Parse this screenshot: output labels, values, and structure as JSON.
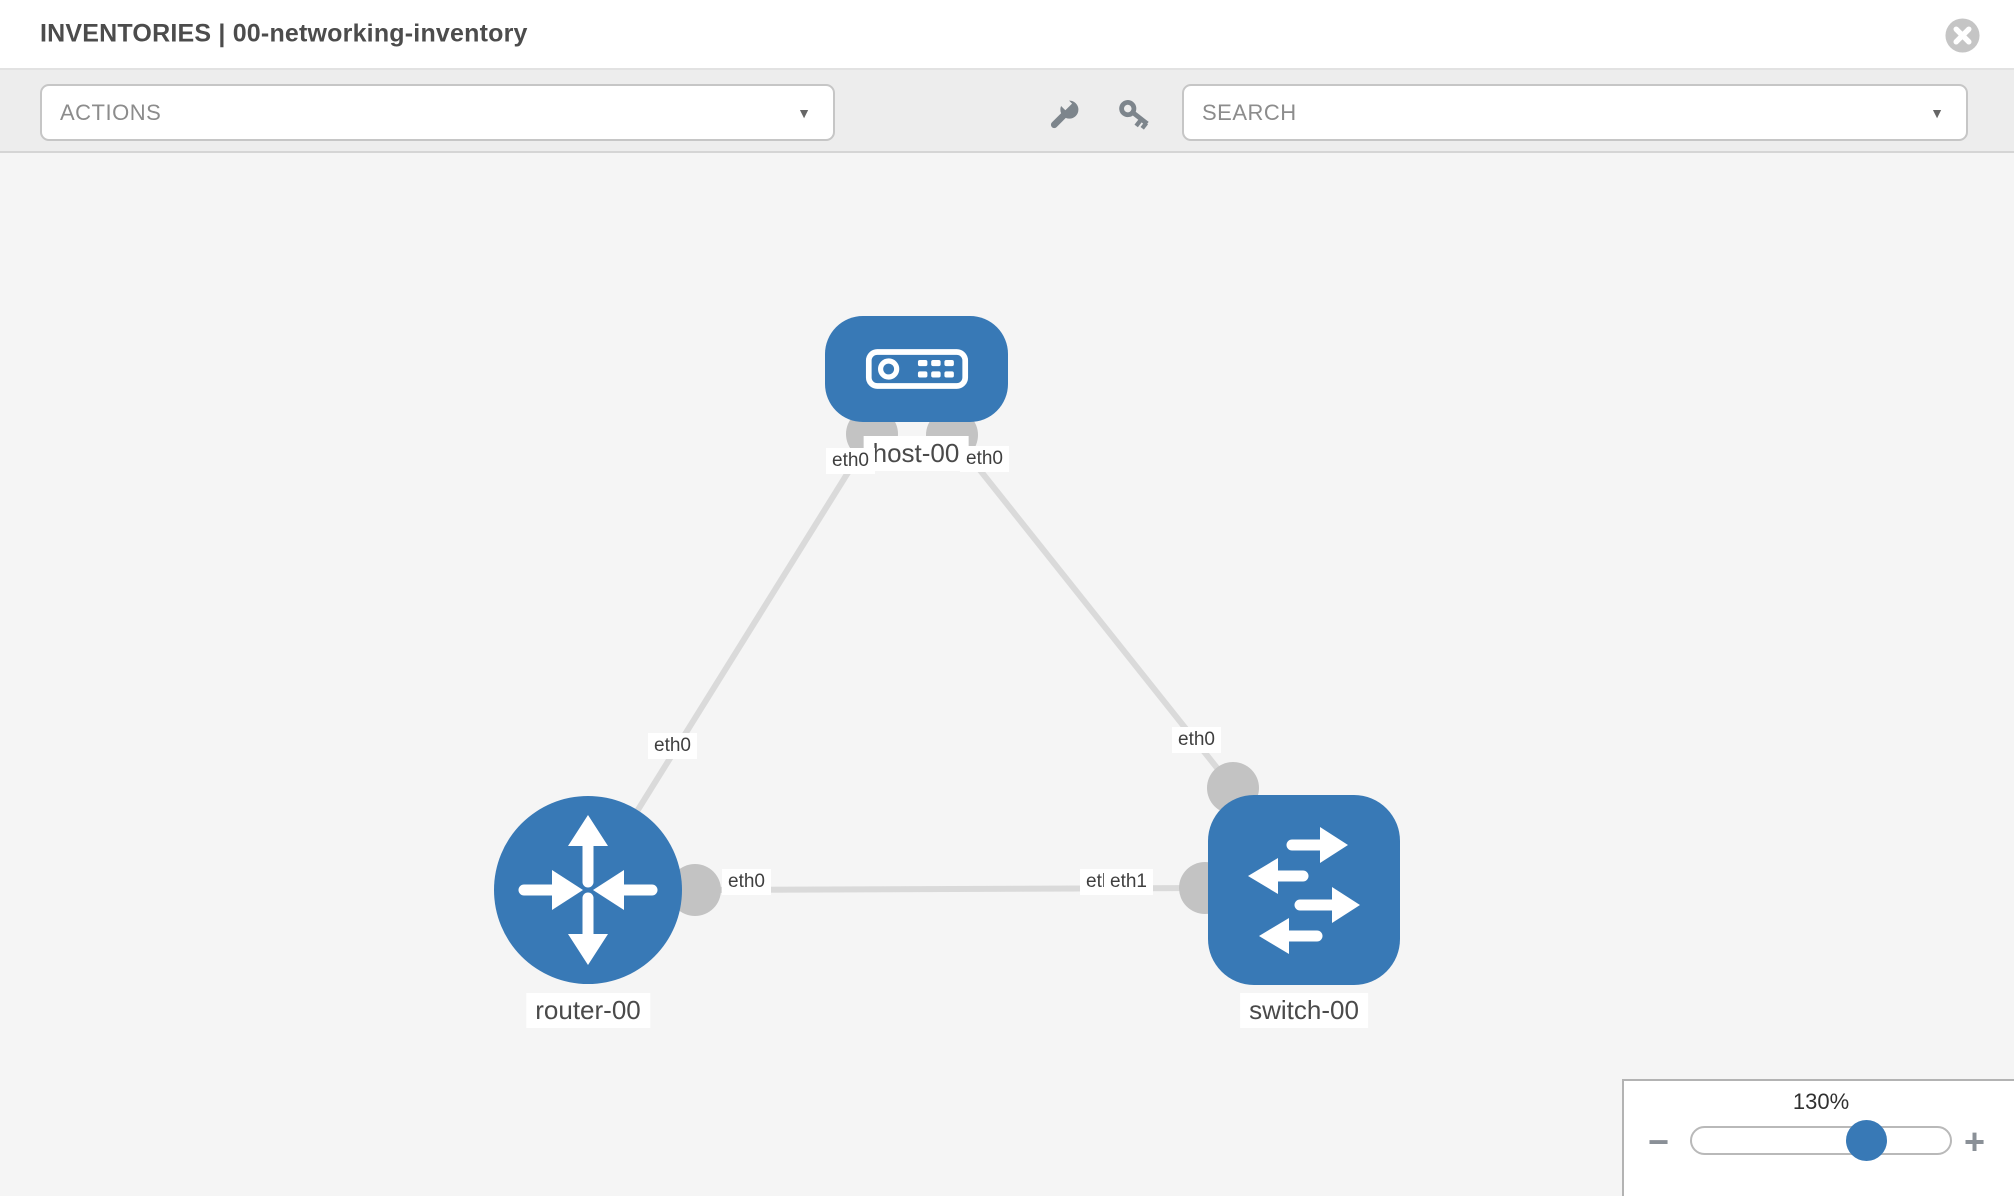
{
  "header": {
    "title": "INVENTORIES | 00-networking-inventory"
  },
  "toolbar": {
    "actions_label": "ACTIONS",
    "search_placeholder": "SEARCH",
    "icons": [
      "wrench-icon",
      "key-icon"
    ]
  },
  "glyphs": {
    "caret": "▼"
  },
  "topology": {
    "nodes": {
      "host": {
        "label": "host-00",
        "type": "host"
      },
      "router": {
        "label": "router-00",
        "type": "router"
      },
      "switch": {
        "label": "switch-00",
        "type": "switch"
      }
    },
    "links": [
      {
        "from": "host-00",
        "from_interface": "eth0",
        "to": "router-00",
        "to_interface": "eth0"
      },
      {
        "from": "host-00",
        "from_interface": "eth0",
        "to": "switch-00",
        "to_interface": "eth0"
      },
      {
        "from": "router-00",
        "from_interface": "eth0",
        "to": "switch-00",
        "to_interface": "eth1"
      }
    ],
    "ports": {
      "host_eth0_left": "eth0",
      "host_eth0_right": "eth0",
      "router_eth0_up": "eth0",
      "switch_eth0_up": "eth0",
      "router_eth0_right": "eth0",
      "switch_eth0_hidden": "eth0",
      "switch_eth1": "eth1"
    }
  },
  "zoom": {
    "level": "130%",
    "minus": "−",
    "plus": "+"
  },
  "colors": {
    "node_blue": "#3879b6",
    "link_gray": "#dadada",
    "connector_gray": "#c3c3c3",
    "canvas_bg": "#f5f5f5",
    "toolbar_bg": "#ededed"
  }
}
